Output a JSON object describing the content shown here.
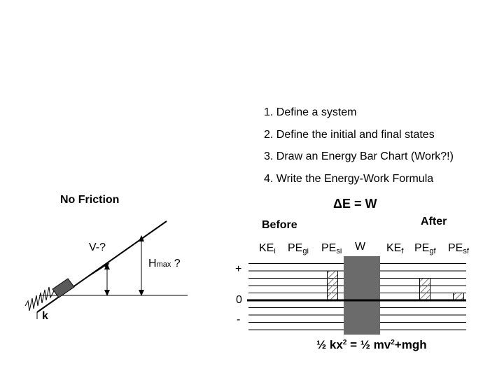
{
  "steps": [
    "1. Define a system",
    "2. Define the initial and final states",
    "3. Draw an Energy Bar Chart (Work?!)",
    "4. Write the Energy-Work Formula"
  ],
  "diagram": {
    "no_friction": "No Friction",
    "velocity_label": "V-?",
    "hmax_main": "H",
    "hmax_sub": "max",
    "hmax_q": "?",
    "spring_constant": "k"
  },
  "energy": {
    "equation": "ΔE = W",
    "before": "Before",
    "after": "After",
    "axis_plus": "+",
    "axis_zero": "0",
    "axis_minus": "-",
    "bars": [
      {
        "main": "KE",
        "sub": "i",
        "level": 0
      },
      {
        "main": "PE",
        "sub": "gi",
        "level": 0
      },
      {
        "main": "PE",
        "sub": "si",
        "level": 4
      },
      {
        "main": "W",
        "sub": "",
        "level": 0
      },
      {
        "main": "KE",
        "sub": "f",
        "level": 0
      },
      {
        "main": "PE",
        "sub": "gf",
        "level": 3
      },
      {
        "main": "PE",
        "sub": "sf",
        "level": 1
      }
    ],
    "colors": {
      "work_column": "#6b6b6b",
      "hatch": "#777777"
    }
  },
  "formula": {
    "half1": "½ kx",
    "exp1": "2",
    "eq": " = ",
    "half2": "½ mv",
    "exp2": "2",
    "tail": "+mgh"
  }
}
